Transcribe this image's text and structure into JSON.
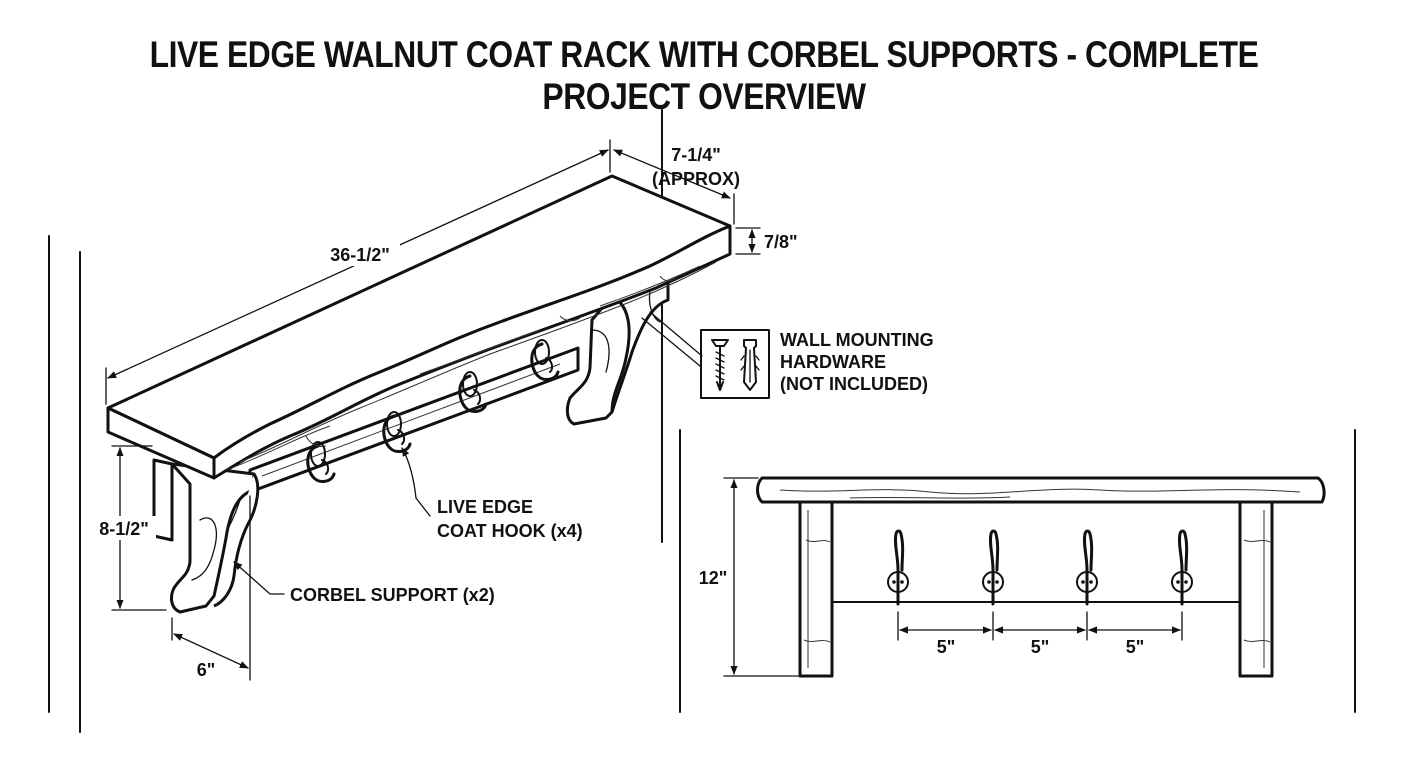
{
  "title": "LIVE EDGE WALNUT COAT RACK WITH CORBEL SUPPORTS - COMPLETE PROJECT OVERVIEW",
  "iso_view": {
    "dim_length": "36-1/2\"",
    "dim_depth_line1": "7-1/4\"",
    "dim_depth_line2": "(APPROX)",
    "dim_thickness": "7/8\"",
    "dim_corbel_height": "8-1/2\"",
    "dim_corbel_depth": "6\"",
    "callout_hook_line1": "LIVE EDGE",
    "callout_hook_line2": "COAT HOOK (x4)",
    "callout_corbel": "CORBEL SUPPORT (x2)",
    "callout_hardware_line1": "WALL MOUNTING",
    "callout_hardware_line2": "HARDWARE",
    "callout_hardware_line3": "(NOT INCLUDED)"
  },
  "front_view": {
    "dim_height": "12\"",
    "hook_spacing": [
      "5\"",
      "5\"",
      "5\""
    ]
  },
  "icons": [
    "screw-icon",
    "wall-anchor-icon"
  ]
}
